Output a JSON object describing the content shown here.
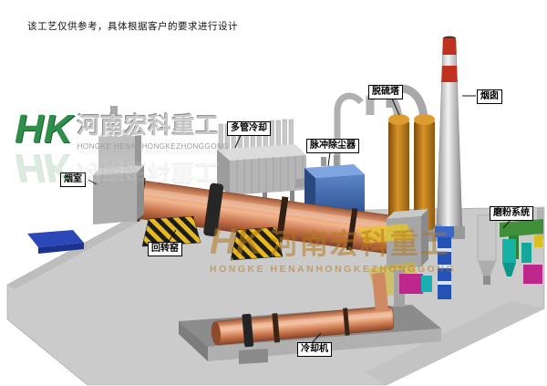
{
  "note": "该工艺仅供参考，具体根据客户的要求进行设计",
  "logo": {
    "monogram": "HK",
    "company": "河南宏科重工",
    "latin": "HONGKE HENANHONGKEZHONGGONG"
  },
  "watermark": {
    "monogram": "HK",
    "company": "河南宏科重工",
    "latin": "HONGKE HENANHONGKEZHONGGONG"
  },
  "labels": {
    "smoke_chamber": "烟室",
    "rotary_kiln": "回转窑",
    "multi_tube_cooler": "多管冷却",
    "pulse_dust_collector": "脉冲除尘器",
    "desulfurization_tower": "脱硫塔",
    "chimney": "烟囱",
    "grinding_system": "磨粉系统",
    "cooling_machine": "冷却机"
  },
  "colors": {
    "kiln_shell": "#d98a60",
    "tower_shell": "#c9851f",
    "dust_collector_blue": "#3e6cb2",
    "chimney_band_red": "#c03120",
    "hazard_yellow": "#e8b91e",
    "ground_gray": "#cbcbcb",
    "watermark_orange": "#b5791e",
    "logo_green": "#2f8f4a"
  }
}
